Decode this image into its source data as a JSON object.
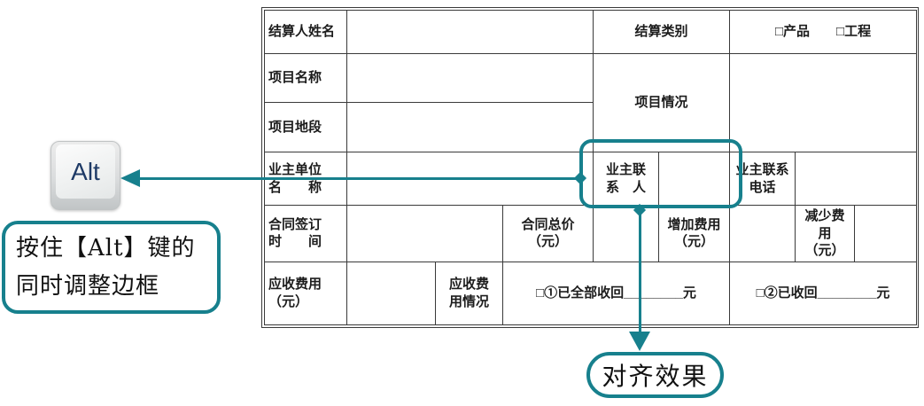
{
  "colors": {
    "teal_annotation": "#17808d",
    "table_line": "#3a3a3a",
    "table_text": "#1c1c1c",
    "alt_key_text": "#1e3a66"
  },
  "alt_key": {
    "label": "Alt"
  },
  "callout": {
    "line1": "按住【Alt】键的",
    "line2": "同时调整边框"
  },
  "effect_label": {
    "text": "对齐效果"
  },
  "table": {
    "cells": {
      "settler_name": "结算人姓名",
      "settle_type": "结算类别",
      "type_options": "□产品　　□工程",
      "project_name": "项目名称",
      "project_info": "项目情况",
      "project_location": "项目地段",
      "owner_unit": [
        "业主单位",
        "名　　称"
      ],
      "owner_contact": [
        "业主联",
        "系　人"
      ],
      "owner_phone": [
        "业主联系",
        "电话"
      ],
      "contract_date": [
        "合同签订",
        "时　　间"
      ],
      "contract_total": [
        "合同总价",
        "（元）"
      ],
      "added_fee": [
        "增加费用",
        "（元）"
      ],
      "reduced_fee": [
        "减少费",
        "用",
        "（元）"
      ],
      "receivable_fee": [
        "应收费用",
        "（元）"
      ],
      "receivable_status": [
        "应收费",
        "用情况"
      ],
      "recovered_all": "□①已全部收回________元",
      "recovered_part": "□②已收回________元"
    }
  }
}
